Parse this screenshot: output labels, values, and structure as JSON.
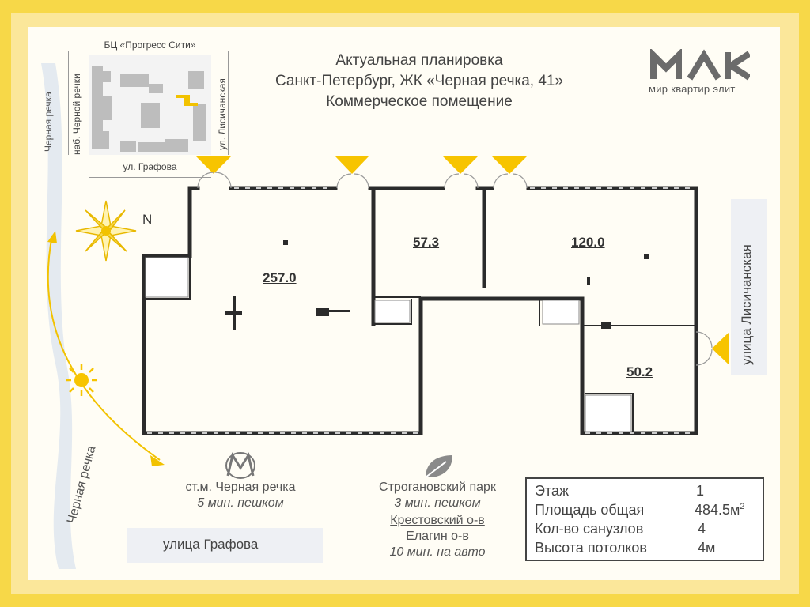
{
  "header": {
    "line1": "Актуальная планировка",
    "line2": "Санкт-Петербург, ЖК «Черная речка, 41»",
    "line3": "Коммерческое помещение"
  },
  "logo": {
    "text": "мир квартир элит",
    "icon": "mke-logo-icon"
  },
  "site_map": {
    "top_label": "БЦ «Прогресс Сити»",
    "left_label": "наб. Черной речки",
    "right_label": "ул. Лисичанская",
    "bottom_label": "ул. Графова",
    "accent_color": "#f2c200"
  },
  "orientation": {
    "north_label": "N",
    "river_label_top": "Черная речка",
    "river_label_bottom": "Черная речка",
    "compass_icon": "compass-icon",
    "sun_icon": "sun-icon"
  },
  "plan": {
    "rooms": [
      {
        "area": "257.0"
      },
      {
        "area": "57.3"
      },
      {
        "area": "120.0"
      },
      {
        "area": "50.2"
      }
    ],
    "street_right": "улица Лисичанская",
    "street_bottom": "улица Графова"
  },
  "nearby": {
    "metro": {
      "name": "ст.м. Черная речка",
      "time": "5 мин. пешком",
      "icon": "metro-icon"
    },
    "park": {
      "name": "Строгановский парк",
      "time": "3 мин. пешком",
      "icon": "leaf-icon"
    },
    "islands": {
      "name1": "Крестовский о-в",
      "name2": "Елагин о-в",
      "time": "10 мин. на авто"
    }
  },
  "info": {
    "floor_label": "Этаж",
    "floor_value": "1",
    "area_label": "Площадь общая",
    "area_value": "484.5м",
    "area_unit_sup": "2",
    "bath_label": "Кол-во санузлов",
    "bath_value": "4",
    "height_label": "Высота потолков",
    "height_value": "4м"
  },
  "colors": {
    "background": "#f7d848",
    "accent": "#f2c200",
    "wall": "#2b2b2b"
  }
}
